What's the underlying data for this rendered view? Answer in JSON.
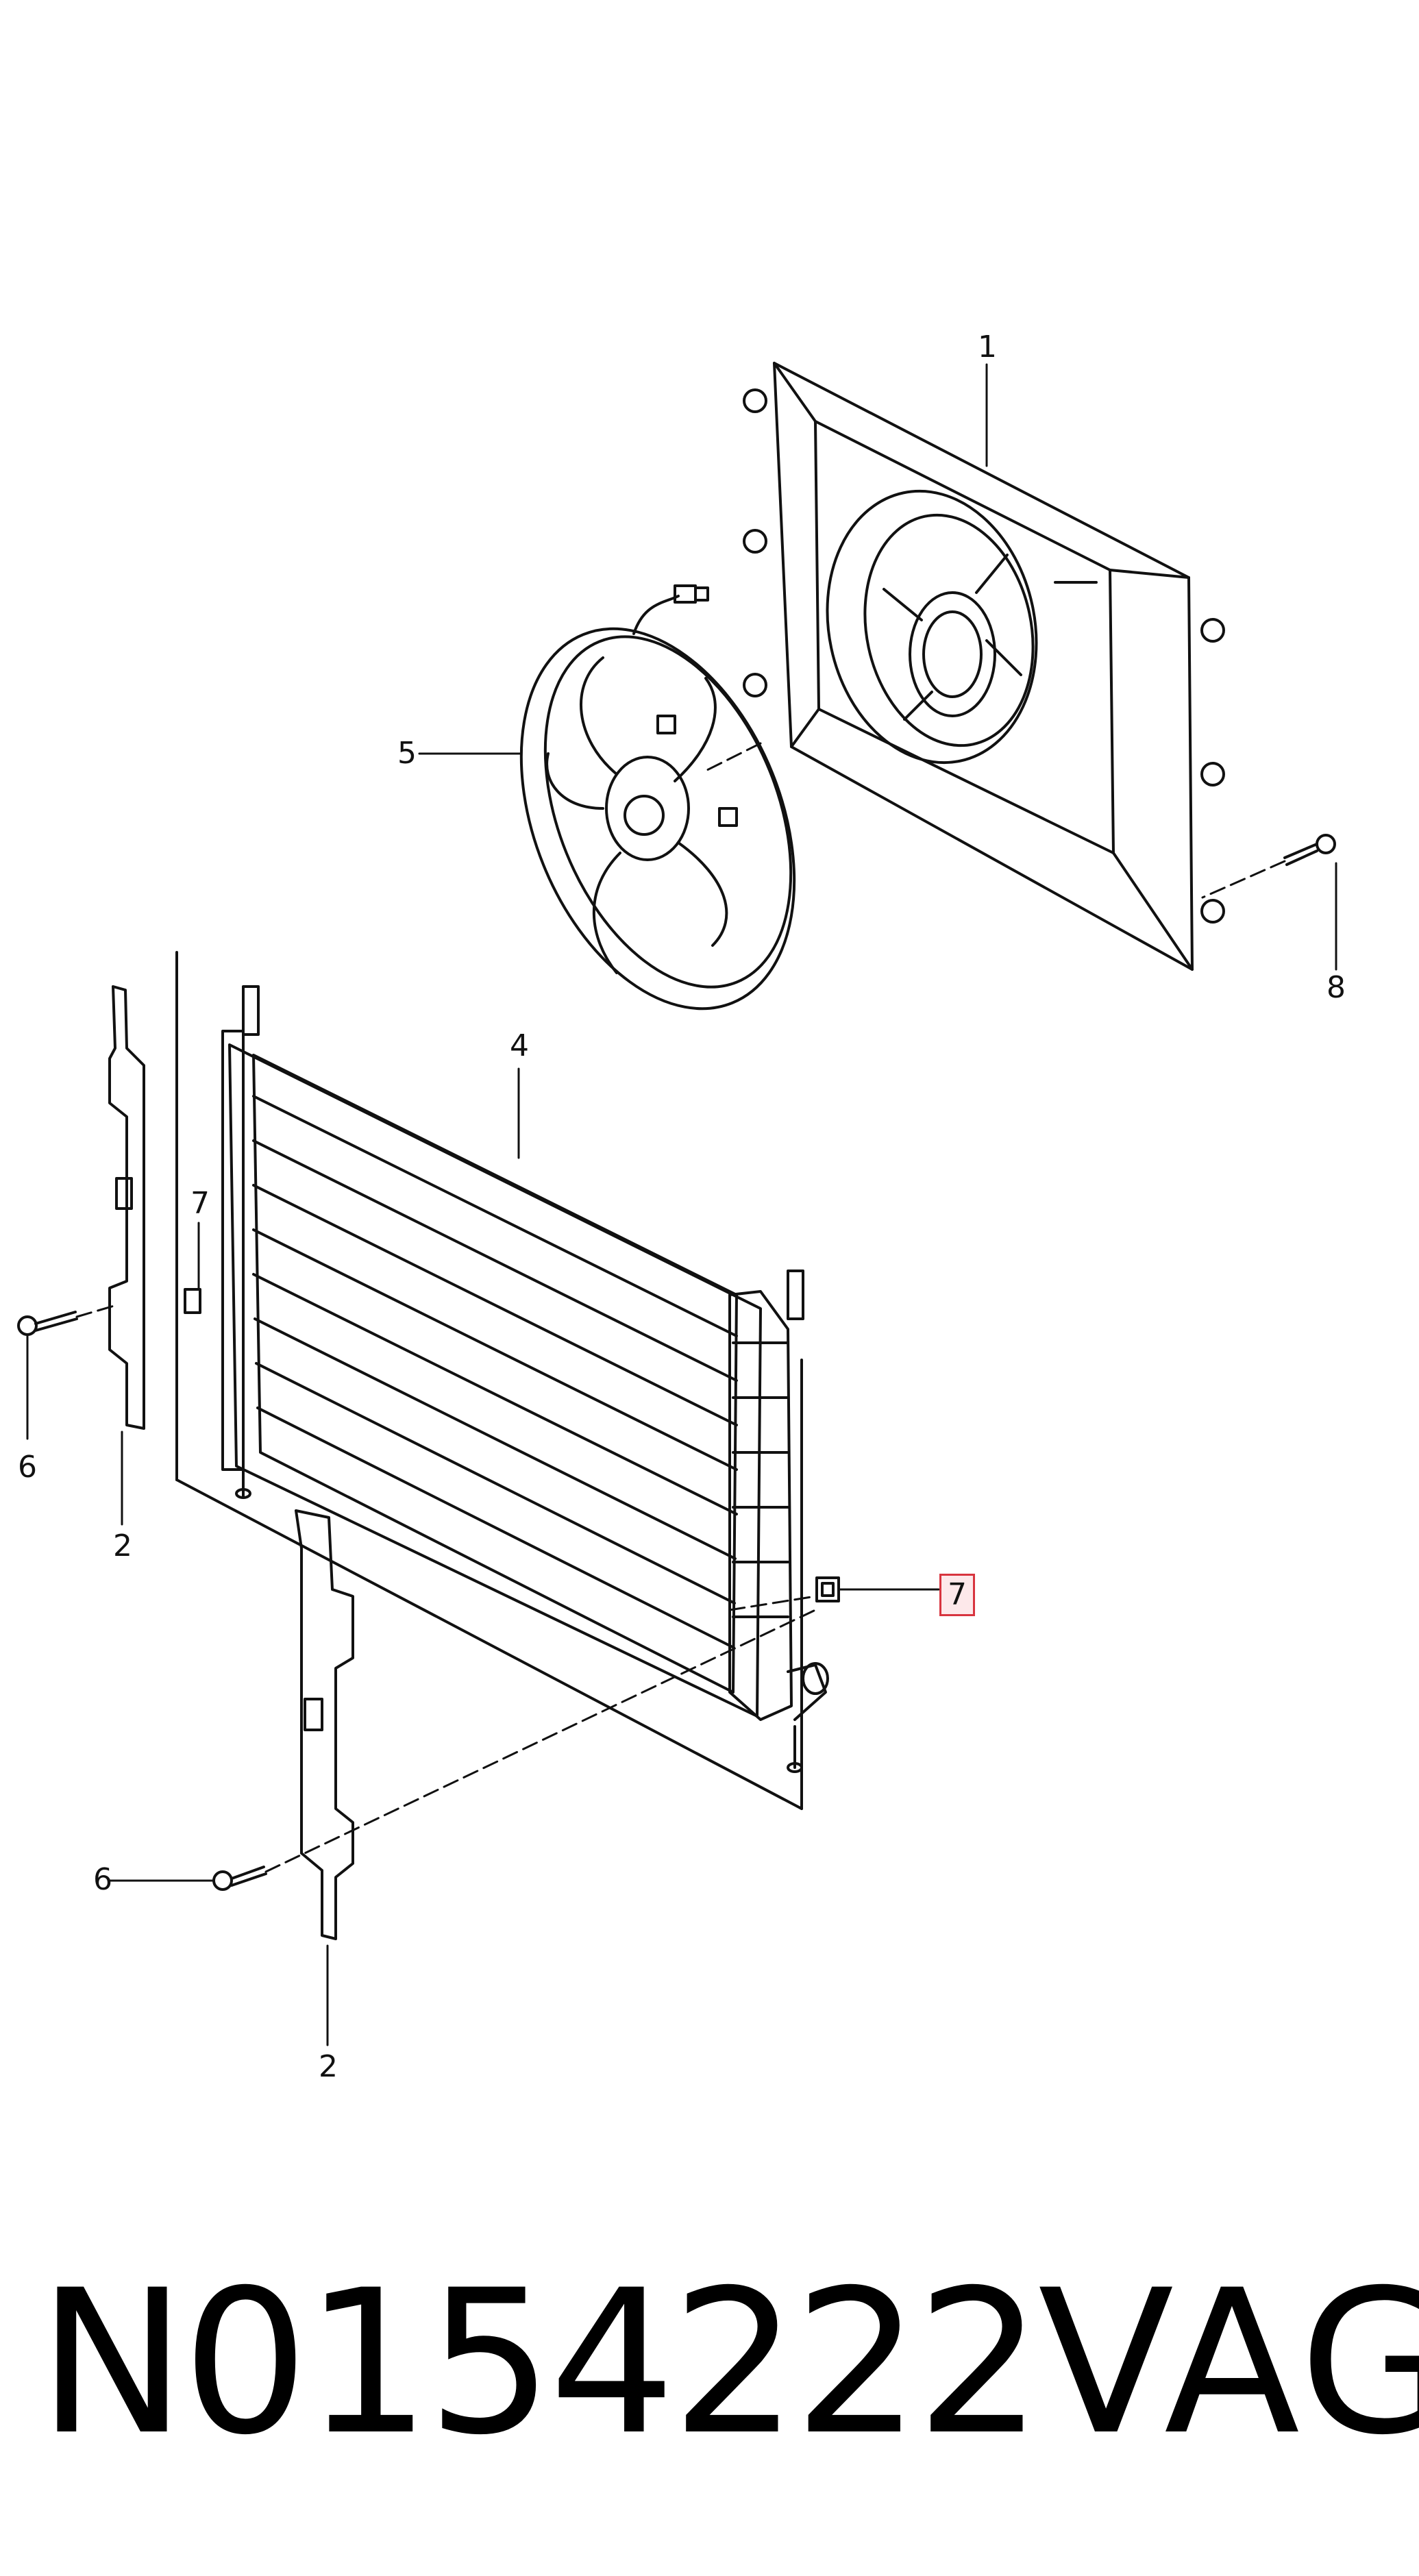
{
  "callouts": {
    "c1": "1",
    "c2a": "2",
    "c2b": "2",
    "c4": "4",
    "c5": "5",
    "c6a": "6",
    "c6b": "6",
    "c7a": "7",
    "c7b": "7",
    "c8": "8"
  },
  "caption": {
    "part_number": "N0154222",
    "brand": "VAG"
  },
  "colors": {
    "line": "#111111",
    "highlight_border": "#d8343f",
    "highlight_fill": "#fde8ea"
  }
}
